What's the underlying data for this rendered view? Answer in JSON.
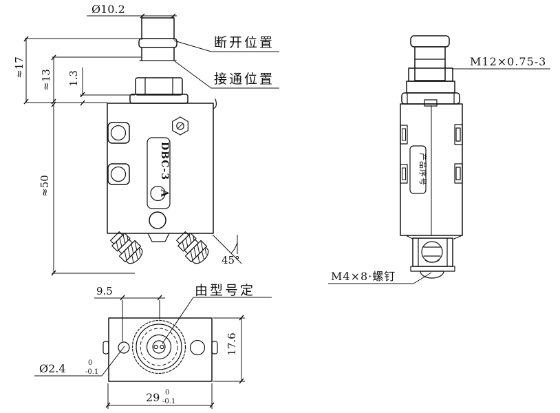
{
  "front_view": {
    "button_dia": "Ø10.2",
    "off_position": "断开位置",
    "on_position": "接通位置",
    "height_off": "≈17",
    "height_on": "≈13",
    "flange_thickness": "1.3",
    "body_height": "≈50",
    "model": "DBC-3",
    "rating_letter": "A",
    "terminal_angle": "45°"
  },
  "bottom_view": {
    "hole_offset": "9.5",
    "center_note": "由型号定",
    "hole_dia": "Ø2.4",
    "hole_dia_tol_upper": "0",
    "hole_dia_tol_lower": "-0.1",
    "height": "17.6",
    "width": "29",
    "width_tol_upper": "0",
    "width_tol_lower": "-0.1"
  },
  "side_view": {
    "thread_spec": "M12×0.75-3",
    "terminal_screw": "M4×8·螺钉",
    "serial_label": "产品序号"
  }
}
